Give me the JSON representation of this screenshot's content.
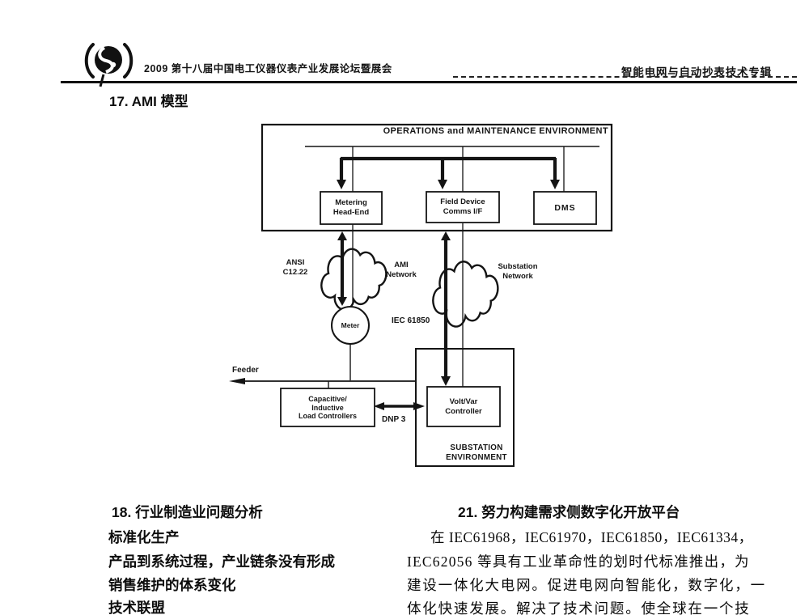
{
  "header": {
    "left_title": "2009 第十八届中国电工仪器仪表产业发展论坛暨展会",
    "right_title": "智能电网与自动抄表技术专辑",
    "logo": "conference-logo"
  },
  "sections": {
    "ami": {
      "title": "17. AMI 模型"
    },
    "industry": {
      "title": "18. 行业制造业问题分析",
      "lines": [
        "标准化生产",
        "产品到系统过程，产业链条没有形成",
        "销售维护的体系变化",
        "技术联盟"
      ]
    },
    "platform": {
      "title": "21. 努力构建需求侧数字化开放平台",
      "lines": [
        "在 IEC61968，IEC61970，IEC61850，IEC61334，",
        "IEC62056 等具有工业革命性的划时代标准推出，为",
        "建设一体化大电网。促进电网向智能化，数字化，一",
        "体化快速发展。解决了技术问题。使全球在一个技"
      ]
    }
  },
  "diagram": {
    "om_env": "OPERATIONS and MAINTENANCE ENVIRONMENT",
    "metering": "Metering\nHead-End",
    "field_device": "Field Device\nComms I/F",
    "dms": "DMS",
    "ansi": "ANSI\nC12.22",
    "ami_network": "AMI\nNetwork",
    "substation_network": "Substation\nNetwork",
    "iec61850": "IEC 61850",
    "meter": "Meter",
    "feeder": "Feeder",
    "capacitive": "Capacitive/\nInductive\nLoad Controllers",
    "voltvar": "Volt/Var\nController",
    "dnp3": "DNP 3",
    "substation_env": "SUBSTATION\nENVIRONMENT"
  },
  "colors": {
    "ink": "#141414",
    "paper": "#ffffff"
  }
}
